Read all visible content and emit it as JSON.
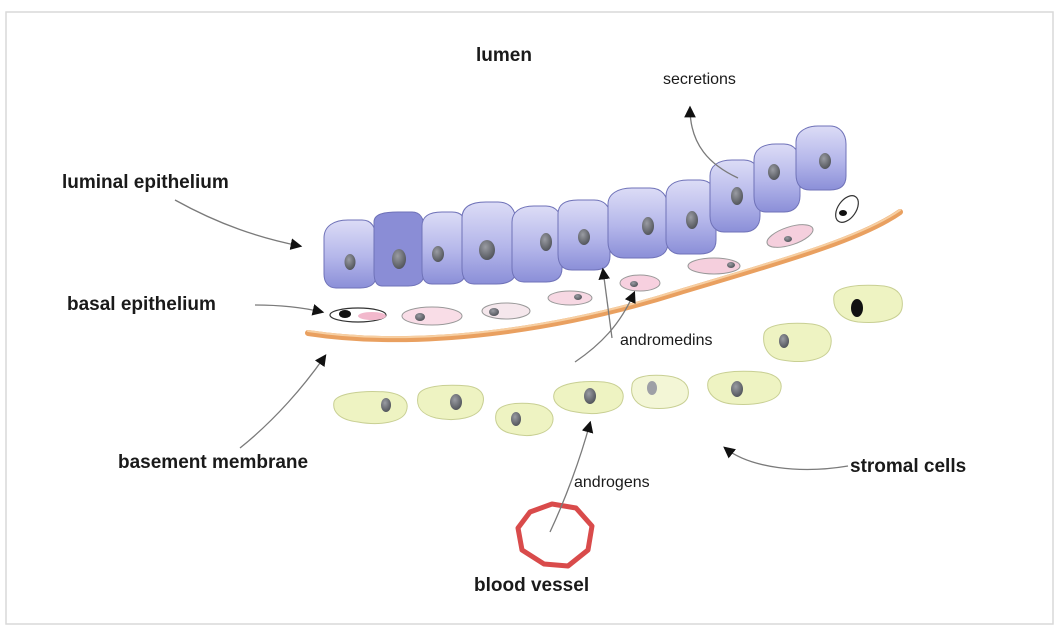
{
  "labels": {
    "lumen": "lumen",
    "secretions": "secretions",
    "luminal_epithelium": "luminal epithelium",
    "basal_epithelium": "basal epithelium",
    "andromedins": "andromedins",
    "basement_membrane": "basement membrane",
    "androgens": "androgens",
    "stromal_cells": "stromal cells",
    "blood_vessel": "blood vessel"
  },
  "colors": {
    "luminal_cell": "#b4b6ea",
    "luminal_cell_dark": "#7f83d4",
    "basal_cell": "#f6d6e2",
    "stromal_cell": "#eef3c2",
    "basement_membrane": "#f2b27a",
    "blood_vessel": "#d94b4b",
    "nucleus": "#5f6268",
    "arrow": "#7a7a7a"
  }
}
